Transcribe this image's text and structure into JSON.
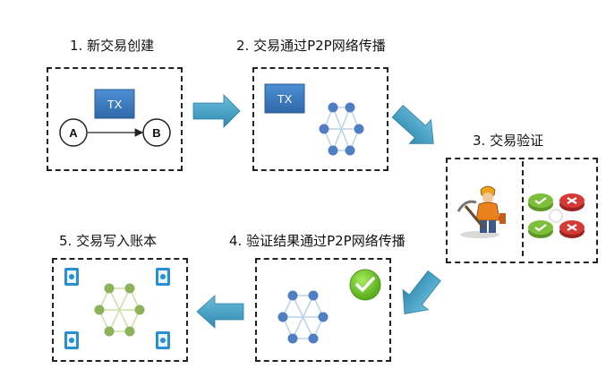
{
  "steps": [
    {
      "title": "1. 新交易创建"
    },
    {
      "title": "2. 交易通过P2P网络传播"
    },
    {
      "title": "3. 交易验证"
    },
    {
      "title": "4. 验证结果通过P2P网络传播"
    },
    {
      "title": "5. 交易写入账本"
    }
  ],
  "step1": {
    "tx_label": "TX",
    "node_a": "A",
    "node_b": "B"
  },
  "step2": {
    "tx_label": "TX"
  },
  "icons": {
    "arrow": "block-arrow-icon",
    "miner": "miner-icon",
    "check": "green-check-icon",
    "ledger": "ledger-book-icon"
  },
  "colors": {
    "arrow": "#4aa3c6",
    "tx_box": "#3f7fc4",
    "network_node": "#4f7ec2",
    "ledger_node": "#8cb35a",
    "check": "#6cc52a",
    "valid_button": "#7dbf3a",
    "invalid_button": "#d53a36"
  }
}
